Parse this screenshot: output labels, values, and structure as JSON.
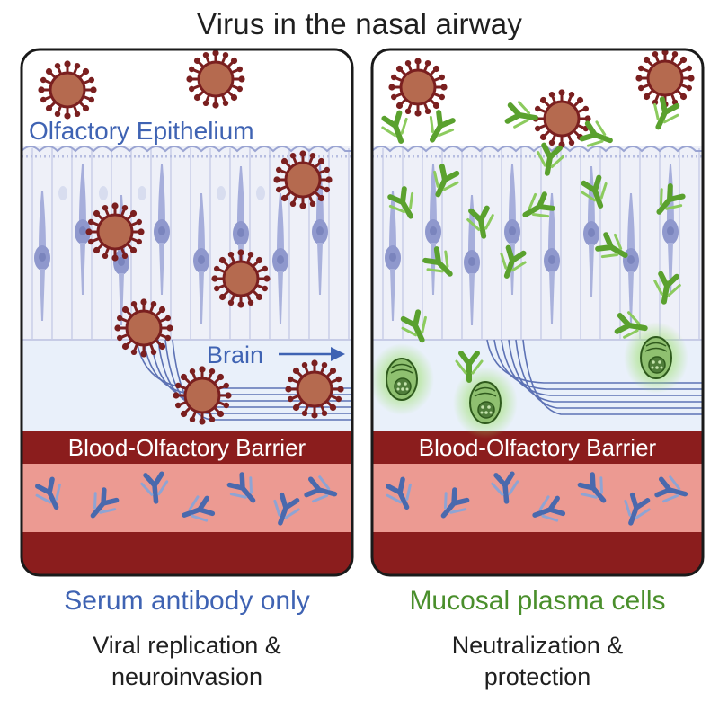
{
  "title": "Virus in the nasal airway",
  "labels": {
    "epithelium": "Olfactory Epithelium",
    "brain": "Brain",
    "barrier": "Blood-Olfactory Barrier"
  },
  "left_panel": {
    "caption": "Serum antibody only",
    "outcome_line1": "Viral replication &",
    "outcome_line2": "neuroinvasion"
  },
  "right_panel": {
    "caption": "Mucosal plasma cells",
    "outcome_line1": "Neutralization &",
    "outcome_line2": "protection"
  },
  "colors": {
    "virus": "#b56a4f",
    "virus_spike": "#7a1f1f",
    "serum_antibody": "#4a69ad",
    "mucosal_antibody": "#5aa12e",
    "barrier": "#8b1d1d",
    "blood": "#ec9a92",
    "neuron": "#9fa8d6",
    "label_blue": "#3f63b3",
    "label_green": "#4a8f2c"
  },
  "icons": [
    "virus-icon",
    "antibody-icon",
    "plasma-cell-icon",
    "neuron-icon",
    "arrow-right-icon"
  ]
}
